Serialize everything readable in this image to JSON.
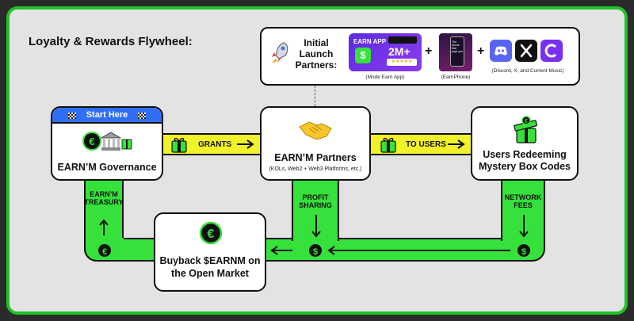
{
  "title": "Loyalty & Rewards Flywheel:",
  "colors": {
    "green": "#35e13a",
    "yellow": "#f2f22a",
    "blue": "#2f6ff5",
    "frame": "#22c228"
  },
  "partners": {
    "label_line1": "Initial",
    "label_line2": "Launch",
    "label_line3": "Partners:",
    "earn_app": {
      "line1": "EARN APP",
      "badge": "2M+",
      "caption": "(Mode Earn App)"
    },
    "earnphone": {
      "text": "The phone that pays you",
      "caption": "(EarnPhone)"
    },
    "socials_caption": "(Discord, X, and Current Music)",
    "plus": "+"
  },
  "start_here": "Start Here",
  "governance": "EARN’M Governance",
  "partners_card": {
    "title": "EARN’M Partners",
    "subtitle": "(KOLs, Web2 + Web3 Platforms, etc.)"
  },
  "users_card": {
    "line1": "Users Redeeming",
    "line2": "Mystery Box Codes"
  },
  "buyback_card": {
    "line1": "Buyback $EARNM on",
    "line2": "the Open Market"
  },
  "flows": {
    "grants": "GRANTS",
    "to_users": "TO USERS",
    "treasury_line1": "EARN’M",
    "treasury_line2": "TREASURY",
    "profit_line1": "PROFIT",
    "profit_line2": "SHARING",
    "fees_line1": "NETWORK",
    "fees_line2": "FEES"
  },
  "icons": {
    "rocket": "rocket-icon",
    "handshake": "handshake-icon",
    "gift": "gift-box-icon",
    "bank": "bank-icon",
    "coin": "earnm-coin-icon",
    "dollar": "dollar-coin-icon"
  }
}
